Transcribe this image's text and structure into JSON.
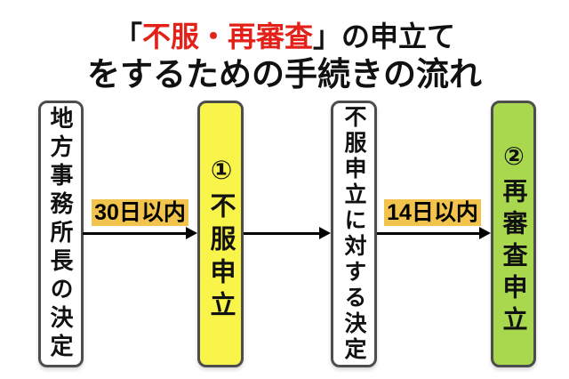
{
  "title": {
    "bracket_open": "「",
    "emphasis": "不服・再審査",
    "bracket_close": "」",
    "line1_rest": "の申立て",
    "line2": "をするための手続きの流れ"
  },
  "flow": {
    "boxes": [
      {
        "label": "地方事務所長の決定",
        "fill": "#ffffff"
      },
      {
        "label": "①不服申立",
        "fill": "#f9f44a"
      },
      {
        "label": "不服申立に対する決定",
        "fill": "#ffffff"
      },
      {
        "label": "②再審査申立",
        "fill": "#a9d84e"
      }
    ],
    "arrow_labels": [
      {
        "text": "30日以内"
      },
      {
        "text": "14日以内"
      }
    ]
  },
  "colors": {
    "title_emphasis_red": "#e32119",
    "box_border_gray": "#4d4d4d",
    "yellow_box": "#f9f44a",
    "green_box": "#a9d84e",
    "label_highlight_amber": "#f2c44d",
    "arrow_black": "#000000",
    "background": "#ffffff"
  }
}
